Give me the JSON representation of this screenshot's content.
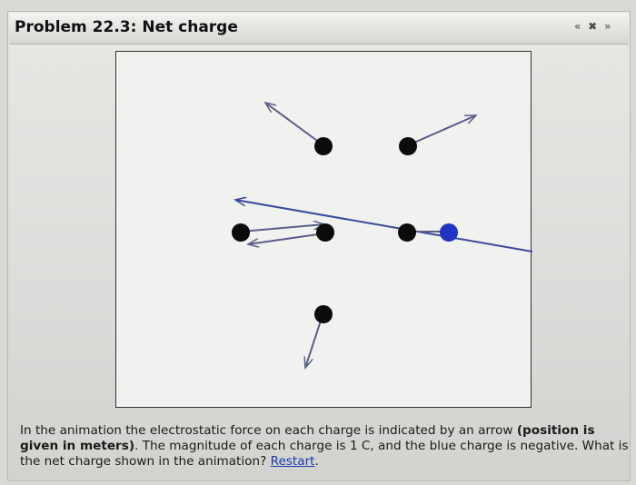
{
  "problem": {
    "title": "Problem 22.3: Net charge"
  },
  "nav": {
    "prev_label": "«",
    "reset_label": "✖",
    "next_label": "»"
  },
  "caption": {
    "part1": "In the animation the electrostatic force on each charge is indicated by an arrow",
    "bold": "(position is given in meters)",
    "part2": ". The magnitude of each charge is 1 C, and the blue charge is negative. What is the net charge shown in the animation? ",
    "restart_label": "Restart",
    "end": "."
  },
  "colors": {
    "positive_charge": "#0b0b0b",
    "negative_charge": "#2233c4",
    "arrow": "#5a5e86",
    "arrow_blue": "#3a4a9e"
  },
  "icons": {
    "charge": "filled-circle",
    "force": "arrow"
  }
}
